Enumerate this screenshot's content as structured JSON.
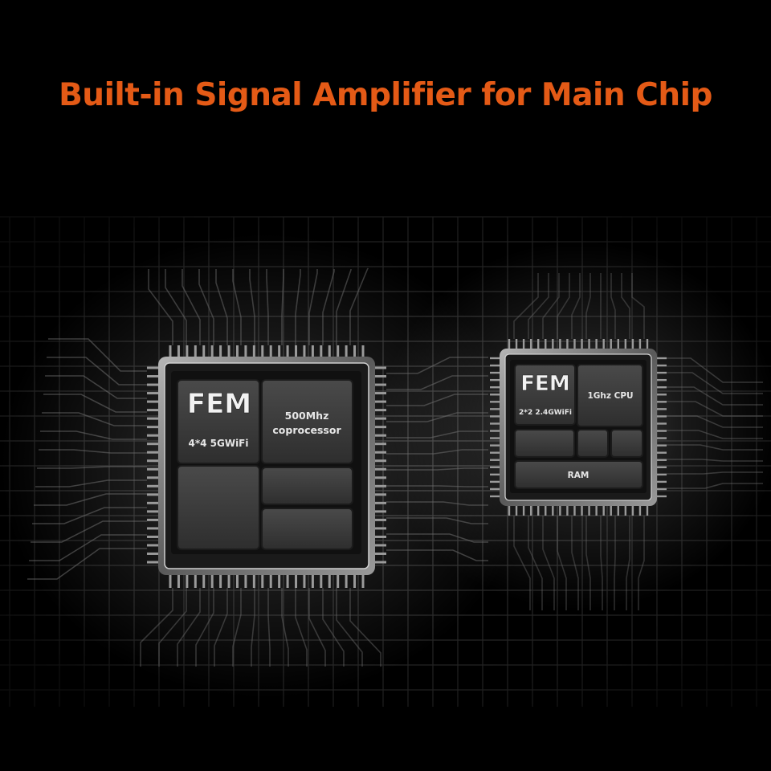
{
  "headline": "Built-in Signal Amplifier for Main Chip",
  "colors": {
    "headline": "#e45a16",
    "background": "#000000",
    "chip_block": "#3a3a3a",
    "chip_frame": "#8a8a8a"
  },
  "chips": {
    "main": {
      "fem": "FEM",
      "wifi": "4*4 5GWiFi",
      "coprocessor_line1": "500Mhz",
      "coprocessor_line2": "coprocessor"
    },
    "secondary": {
      "fem": "FEM",
      "wifi": "2*2 2.4GWiFi",
      "cpu": "1Ghz CPU",
      "ram": "RAM"
    }
  }
}
